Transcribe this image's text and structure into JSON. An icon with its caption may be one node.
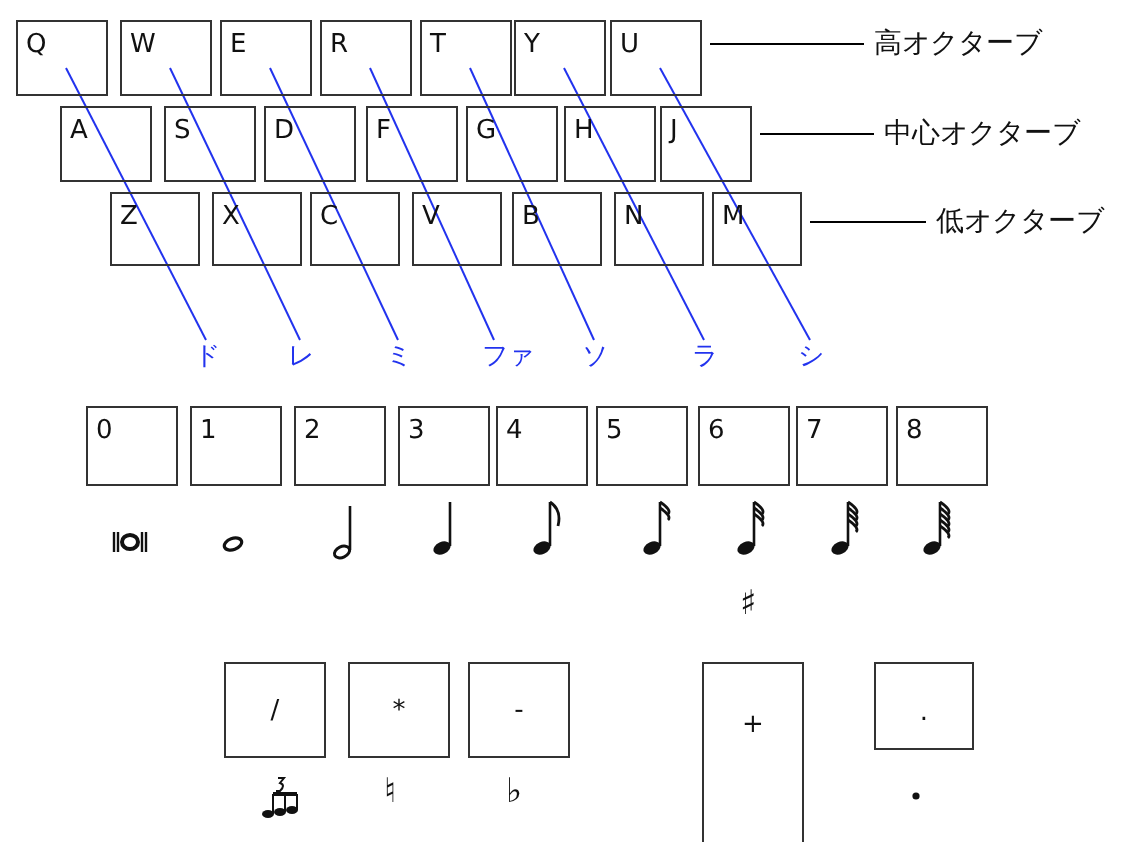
{
  "diagram": {
    "nodes": [
      {
        "text": [
          "Q"
        ]
      },
      {
        "text": [
          "W"
        ]
      },
      {
        "text": [
          "E"
        ]
      },
      {
        "text": [
          "R"
        ]
      },
      {
        "text": [
          "T"
        ]
      },
      {
        "text": [
          "Y"
        ]
      },
      {
        "text": [
          "U"
        ]
      },
      {
        "text": [
          "A"
        ]
      },
      {
        "text": [
          "S"
        ]
      },
      {
        "text": [
          "D"
        ]
      },
      {
        "text": [
          "F"
        ]
      },
      {
        "text": [
          "G"
        ]
      },
      {
        "text": [
          "H"
        ]
      },
      {
        "text": [
          "J"
        ]
      },
      {
        "text": [
          "Z"
        ]
      },
      {
        "text": [
          "X"
        ]
      },
      {
        "text": [
          "C"
        ]
      },
      {
        "text": [
          "V"
        ]
      },
      {
        "text": [
          "B"
        ]
      },
      {
        "text": [
          "N"
        ]
      },
      {
        "text": [
          "M"
        ]
      },
      {
        "text": [
          "ド"
        ]
      },
      {
        "text": [
          "レ"
        ]
      },
      {
        "text": [
          "ミ"
        ]
      },
      {
        "text": [
          "ファ"
        ]
      },
      {
        "text": [
          "ソ"
        ]
      },
      {
        "text": [
          "ラ"
        ]
      },
      {
        "text": [
          "シ"
        ]
      },
      {
        "text": [
          "高オクターブ"
        ]
      },
      {
        "text": [
          "中心オクターブ"
        ]
      },
      {
        "text": [
          "低オクターブ"
        ]
      },
      {
        "text": [
          "0"
        ]
      },
      {
        "text": [
          "1"
        ]
      },
      {
        "text": [
          "2"
        ]
      },
      {
        "text": [
          "3"
        ]
      },
      {
        "text": [
          "4"
        ]
      },
      {
        "text": [
          "5"
        ]
      },
      {
        "text": [
          "6"
        ]
      },
      {
        "text": [
          "7"
        ]
      },
      {
        "text": [
          "8"
        ]
      },
      {
        "text": [
          "/"
        ]
      },
      {
        "text": [
          "*"
        ]
      },
      {
        "text": [
          "-"
        ]
      },
      {
        "text": [
          "+"
        ]
      },
      {
        "text": [
          "."
        ]
      }
    ],
    "edges": [
      {
        "from": 0,
        "to": 21,
        "arrow": "none"
      },
      {
        "from": 1,
        "to": 22,
        "arrow": "none"
      },
      {
        "from": 2,
        "to": 23,
        "arrow": "none"
      },
      {
        "from": 3,
        "to": 24,
        "arrow": "none"
      },
      {
        "from": 4,
        "to": 25,
        "arrow": "none"
      },
      {
        "from": 5,
        "to": 26,
        "arrow": "none"
      },
      {
        "from": 6,
        "to": 27,
        "arrow": "none"
      },
      {
        "from": 6,
        "to": 28,
        "arrow": "none",
        "color": "#000000"
      },
      {
        "from": 13,
        "to": 29,
        "arrow": "none",
        "color": "#000000"
      },
      {
        "from": 20,
        "to": 30,
        "arrow": "none",
        "color": "#000000"
      }
    ],
    "labels": [
      "♯",
      "♮",
      "♭"
    ]
  }
}
